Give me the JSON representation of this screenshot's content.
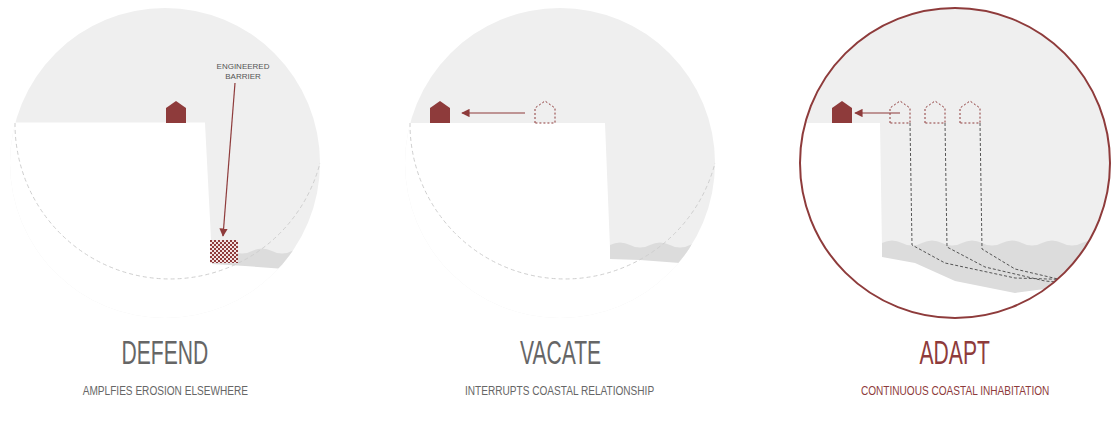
{
  "diagram": {
    "nodes": [
      {
        "text": [
          "DEFEND",
          "AMPLFIES EROSION ELSEWHERE"
        ]
      },
      {
        "text": [
          "VACATE",
          "INTERRUPTS COASTAL RELATIONSHIP"
        ]
      },
      {
        "text": [
          "ADAPT",
          "CONTINUOUS COASTAL INHABITATION"
        ]
      }
    ],
    "labels": [
      "ENGINEERED BARRIER"
    ]
  }
}
